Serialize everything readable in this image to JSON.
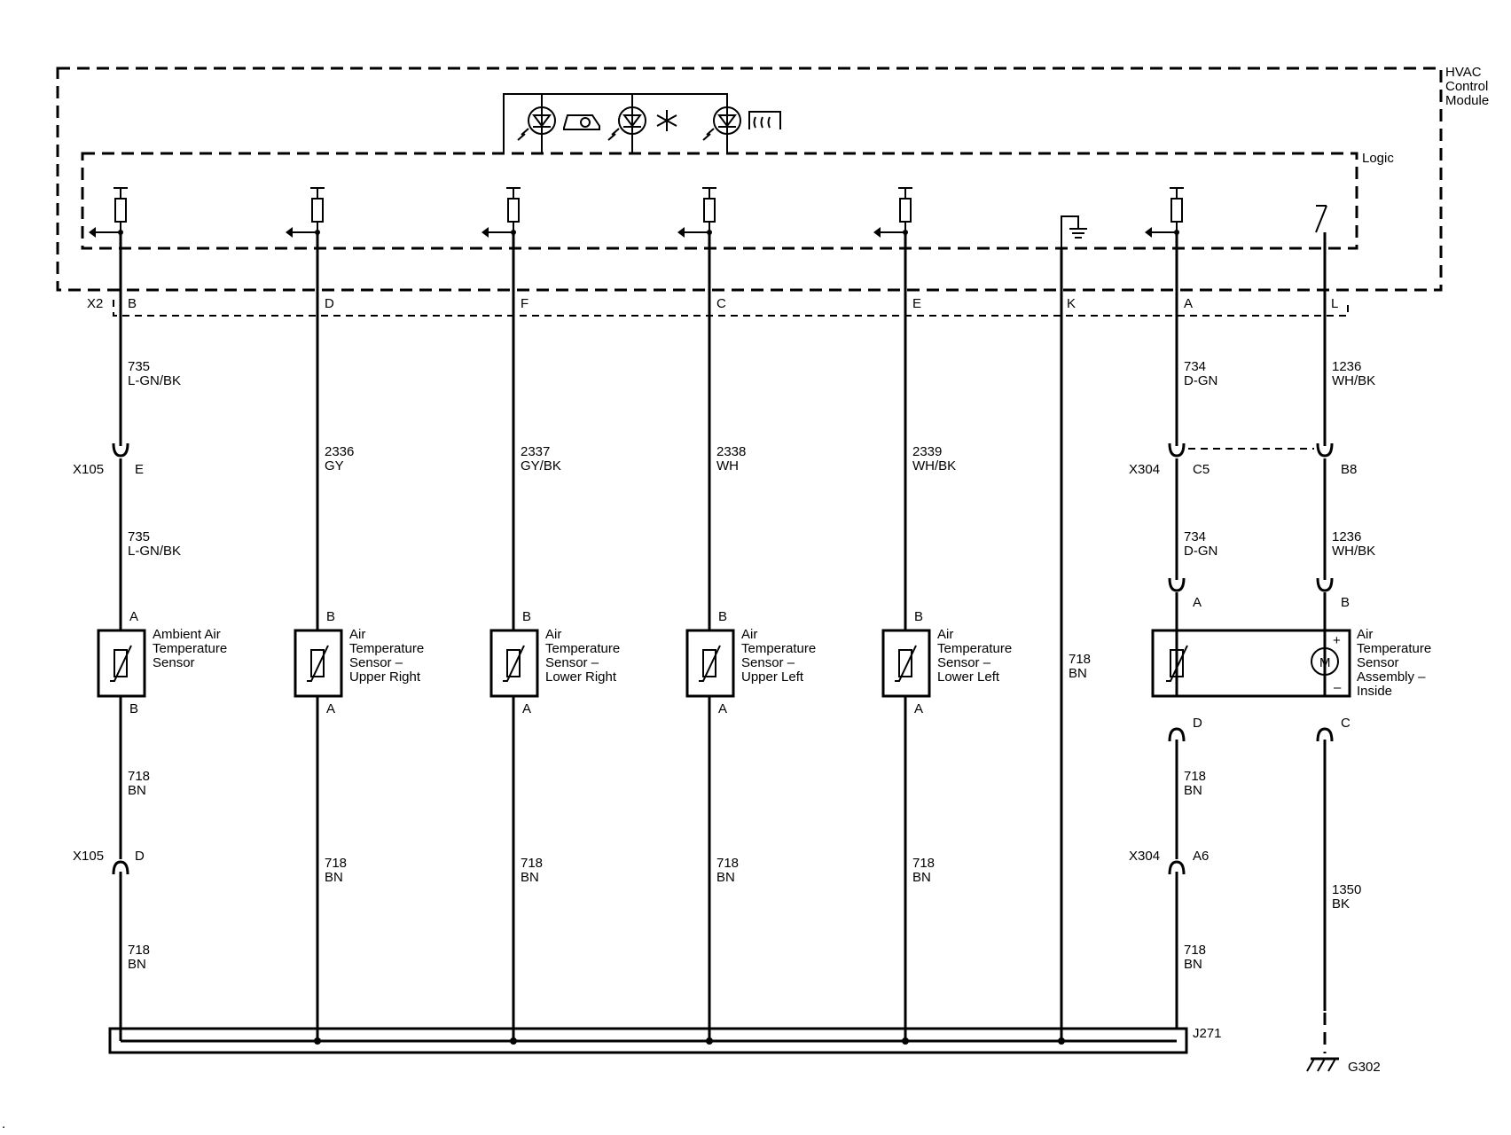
{
  "module": {
    "title_lines": [
      "HVAC",
      "Control",
      "Module"
    ],
    "logic_label": "Logic",
    "connector": "X2"
  },
  "icons": [
    {
      "name": "recirculation-indicator-icon"
    },
    {
      "name": "ac-snowflake-indicator-icon"
    },
    {
      "name": "rear-defrost-indicator-icon"
    }
  ],
  "circuits": [
    {
      "id": "ambient",
      "pin": "B",
      "upper_wire": {
        "num": "735",
        "color": "L-GN/BK"
      },
      "inline_connector": {
        "name": "X105",
        "pin": "E"
      },
      "mid_wire": {
        "num": "735",
        "color": "L-GN/BK"
      },
      "sensor": {
        "top_pin": "A",
        "bottom_pin": "B",
        "lines": [
          "Ambient Air",
          "Temperature",
          "Sensor"
        ]
      },
      "lower_wire": {
        "num": "718",
        "color": "BN"
      },
      "lower_connector": {
        "name": "X105",
        "pin": "D"
      },
      "bottom_wire": {
        "num": "718",
        "color": "BN"
      }
    },
    {
      "id": "upper-right",
      "pin": "D",
      "upper_wire": {
        "num": "2336",
        "color": "GY"
      },
      "sensor": {
        "top_pin": "B",
        "bottom_pin": "A",
        "lines": [
          "Air",
          "Temperature",
          "Sensor –",
          "Upper Right"
        ]
      },
      "lower_wire": {
        "num": "718",
        "color": "BN"
      }
    },
    {
      "id": "lower-right",
      "pin": "F",
      "upper_wire": {
        "num": "2337",
        "color": "GY/BK"
      },
      "sensor": {
        "top_pin": "B",
        "bottom_pin": "A",
        "lines": [
          "Air",
          "Temperature",
          "Sensor –",
          "Lower Right"
        ]
      },
      "lower_wire": {
        "num": "718",
        "color": "BN"
      }
    },
    {
      "id": "upper-left",
      "pin": "C",
      "upper_wire": {
        "num": "2338",
        "color": "WH"
      },
      "sensor": {
        "top_pin": "B",
        "bottom_pin": "A",
        "lines": [
          "Air",
          "Temperature",
          "Sensor –",
          "Upper Left"
        ]
      },
      "lower_wire": {
        "num": "718",
        "color": "BN"
      }
    },
    {
      "id": "lower-left",
      "pin": "E",
      "upper_wire": {
        "num": "2339",
        "color": "WH/BK"
      },
      "sensor": {
        "top_pin": "B",
        "bottom_pin": "A",
        "lines": [
          "Air",
          "Temperature",
          "Sensor –",
          "Lower Left"
        ]
      },
      "lower_wire": {
        "num": "718",
        "color": "BN"
      }
    },
    {
      "id": "ground-ref",
      "pin": "K",
      "wire": {
        "num": "718",
        "color": "BN"
      }
    },
    {
      "id": "inside-sensor",
      "pin": "A",
      "upper_wire": {
        "num": "734",
        "color": "D-GN"
      },
      "inline_connector": {
        "name": "X304",
        "pin": "C5"
      },
      "mid_wire": {
        "num": "734",
        "color": "D-GN"
      },
      "top_pin": "A",
      "bottom_pin": "D",
      "lower_wire": {
        "num": "718",
        "color": "BN"
      },
      "lower_connector": {
        "name": "X304",
        "pin": "A6"
      },
      "bottom_wire": {
        "num": "718",
        "color": "BN"
      }
    },
    {
      "id": "motor",
      "pin": "L",
      "upper_wire": {
        "num": "1236",
        "color": "WH/BK"
      },
      "inline_connector": {
        "pin": "B8"
      },
      "mid_wire": {
        "num": "1236",
        "color": "WH/BK"
      },
      "top_pin": "B",
      "bottom_pin": "C",
      "motor_label": "M",
      "plus": "+",
      "minus": "–",
      "lower_wire": {
        "num": "1350",
        "color": "BK"
      }
    }
  ],
  "inside_assembly": {
    "lines": [
      "Air",
      "Temperature",
      "Sensor",
      "Assembly –",
      "Inside"
    ]
  },
  "splice": "J271",
  "ground": "G302",
  "stray_mark": "."
}
